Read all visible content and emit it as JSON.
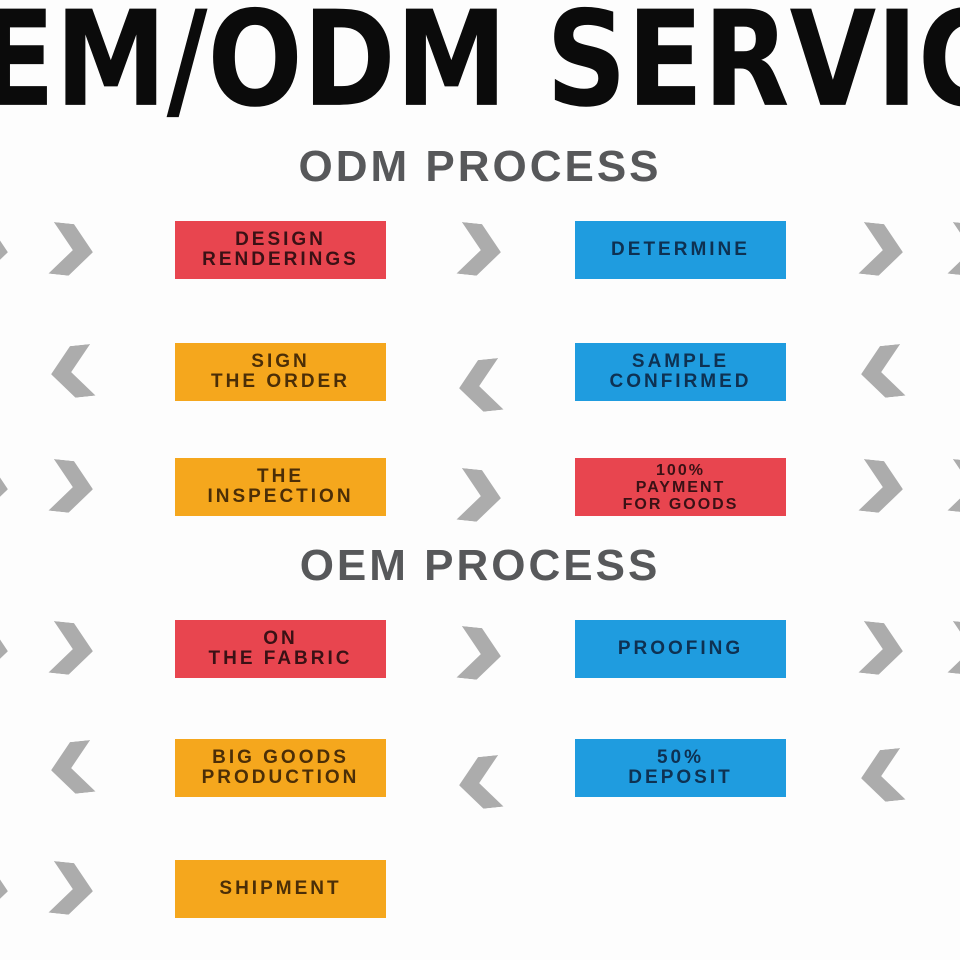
{
  "title": "OEM/ODM SERVICE",
  "odm_section": {
    "heading": "ODM PROCESS"
  },
  "oem_section": {
    "heading": "OEM PROCESS"
  },
  "colors": {
    "step_red": "#e8454f",
    "step_blue": "#1f9cdf",
    "step_orange": "#f5a71d",
    "arrow_gray": "#acacac",
    "heading_gray": "#57585a",
    "title_black": "#0b0b0b",
    "background": "#fdfdfd"
  },
  "rows": [
    {
      "direction": "right",
      "left_box": {
        "color": "red",
        "lines": [
          "DESIGN",
          "RENDERINGS"
        ]
      },
      "right_box": {
        "color": "blue",
        "lines": [
          "DETERMINE"
        ]
      }
    },
    {
      "direction": "left",
      "left_box": {
        "color": "orange",
        "lines": [
          "SIGN",
          "THE ORDER"
        ]
      },
      "right_box": {
        "color": "blue",
        "lines": [
          "SAMPLE",
          "CONFIRMED"
        ]
      }
    },
    {
      "direction": "right",
      "left_box": {
        "color": "orange",
        "lines": [
          "THE",
          "INSPECTION"
        ]
      },
      "right_box": {
        "color": "red",
        "lines": [
          "100%",
          "PAYMENT",
          "FOR GOODS"
        ]
      }
    },
    {
      "direction": "right",
      "left_box": {
        "color": "red",
        "lines": [
          "ON",
          "THE FABRIC"
        ]
      },
      "right_box": {
        "color": "blue",
        "lines": [
          "PROOFING"
        ]
      }
    },
    {
      "direction": "left",
      "left_box": {
        "color": "orange",
        "lines": [
          "BIG GOODS",
          "PRODUCTION"
        ]
      },
      "right_box": {
        "color": "blue",
        "lines": [
          "50%",
          "DEPOSIT"
        ]
      }
    },
    {
      "direction": "right",
      "left_box": {
        "color": "orange",
        "lines": [
          "SHIPMENT"
        ]
      },
      "right_box": null
    }
  ]
}
